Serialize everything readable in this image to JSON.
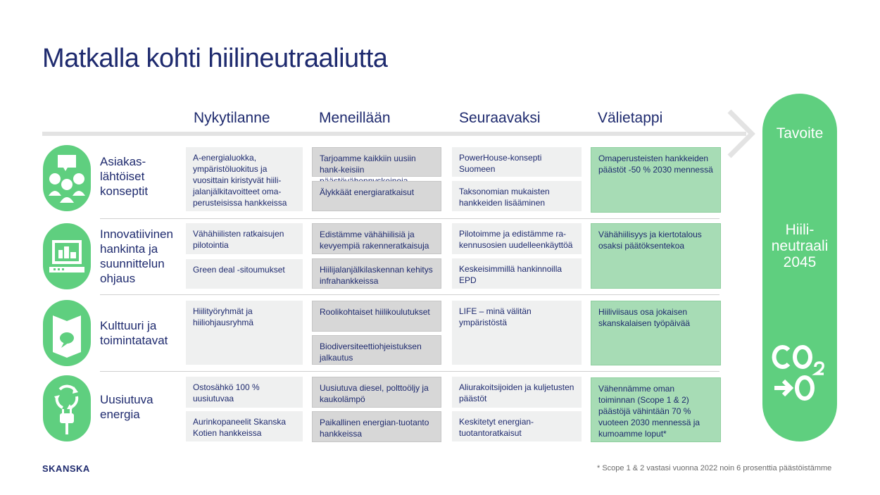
{
  "title": "Matkalla kohti hiilineutraaliutta",
  "columns": [
    "Nykytilanne",
    "Meneillään",
    "Seuraavaksi",
    "Välietappi"
  ],
  "goal": {
    "label": "Tavoite",
    "line1": "Hiili-",
    "line2": "neutraali",
    "line3": "2045",
    "co2_icon": "co2-to-zero-icon"
  },
  "rows": [
    {
      "label": [
        "Asiakas-",
        "lähtöiset",
        "konseptit"
      ],
      "icon": "people-speech-bubble-icon",
      "nyky": [
        "A-energialuokka, ympäristöluokitus ja vuosittain kiristyvät hiili-jalanjälkitavoitteet oma-perusteisissa hankkeissa"
      ],
      "menossa": [
        "Tarjoamme kaikkiin uusiin hank-keisiin päästövähennyskeinoja",
        "Älykkäät energiaratkaisut"
      ],
      "seuraavaksi": [
        "PowerHouse-konsepti Suomeen",
        "Taksonomian mukaisten hankkeiden lisääminen"
      ],
      "valietappi": "Omaperusteisten hankkeiden päästöt -50 % 2030 mennessä"
    },
    {
      "label": [
        "Innovatiivinen",
        "hankinta ja",
        "suunnittelun",
        "ohjaus"
      ],
      "icon": "computer-screen-icon",
      "nyky": [
        "Vähähiilisten ratkaisujen pilotointia",
        "Green deal -sitoumukset"
      ],
      "menossa": [
        "Edistämme vähähiilisiä ja kevyempiä rakenneratkaisuja",
        "Hiilijalanjälkilaskennan kehitys infrahankkeissa"
      ],
      "seuraavaksi": [
        "Pilotoimme ja edistämme ra-kennusosien uudelleenkäyttöä",
        "Keskeisimmillä hankinnoilla EPD"
      ],
      "valietappi": "Vähähiilisyys ja kiertotalous osaksi päätöksentekoa"
    },
    {
      "label": [
        "Kulttuuri ja",
        "toimintatavat"
      ],
      "icon": "book-speech-bubble-icon",
      "nyky": [
        "Hiilityöryhmät ja hiiliohjausryhmä"
      ],
      "menossa": [
        "Roolikohtaiset hiilikoulutukset",
        "Biodiversiteettiohjeistuksen jalkautus"
      ],
      "seuraavaksi": [
        "LIFE – minä välitän ympäristöstä"
      ],
      "valietappi": "Hiiliviisaus osa jokaisen skanskalaisen työpäivää"
    },
    {
      "label": [
        "Uusiutuva",
        "energia"
      ],
      "icon": "recycle-plug-icon",
      "nyky": [
        "Ostosähkö 100 % uusiutuvaa",
        "Aurinkopaneelit Skanska Kotien hankkeissa"
      ],
      "menossa": [
        "Uusiutuva diesel, polttoöljy ja kaukolämpö",
        "Paikallinen energian-tuotanto hankkeissa"
      ],
      "seuraavaksi": [
        "Aliurakoitsijoiden ja kuljetusten päästöt",
        "Keskitetyt energian-tuotantoratkaisut"
      ],
      "valietappi": "Vähennämme oman toiminnan (Scope 1 & 2) päästöjä vähintään 70 % vuoteen 2030 mennessä ja kumoamme loput*"
    }
  ],
  "logo": "SKANSKA",
  "footnote": "* Scope 1 & 2 vastasi vuonna 2022 noin 6 prosenttia päästöistämme"
}
